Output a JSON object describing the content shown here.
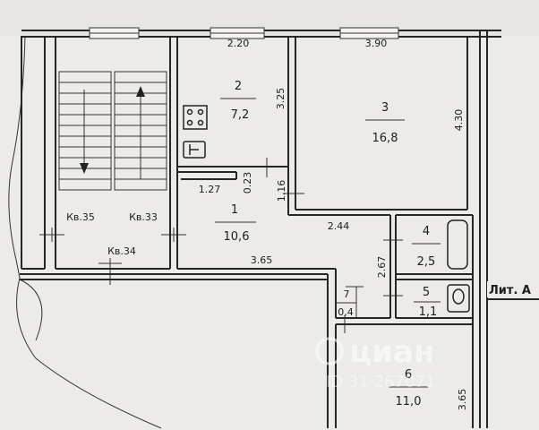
{
  "rooms": [
    {
      "number": "1",
      "area": "10,6"
    },
    {
      "number": "2",
      "area": "7,2"
    },
    {
      "number": "3",
      "area": "16,8"
    },
    {
      "number": "4",
      "area": "2,5"
    },
    {
      "number": "5",
      "area": "1,1"
    },
    {
      "number": "6",
      "area": "11,0"
    },
    {
      "number": "7",
      "area": "0,4"
    }
  ],
  "dimensions": [
    "2.20",
    "3.90",
    "3.25",
    "4.30",
    "1.27",
    "0.23",
    "1.16",
    "2.44",
    "3.65",
    "2.67",
    "3.65"
  ],
  "apartments": [
    "Кв.35",
    "Кв.33",
    "Кв.34"
  ],
  "building_label": "Лит. А",
  "watermark": {
    "brand": "циан",
    "id_text": "ID 31 267071"
  }
}
